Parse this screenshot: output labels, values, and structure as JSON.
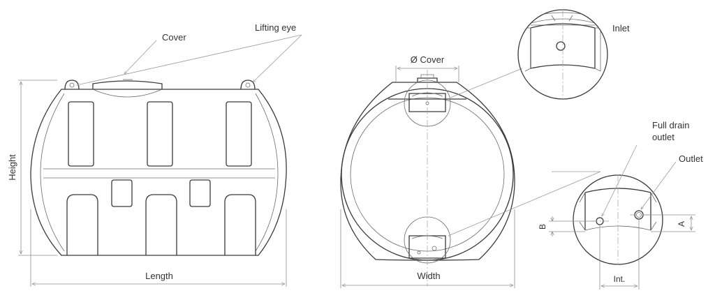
{
  "labels": {
    "cover": "Cover",
    "lifting_eye": "Lifting eye",
    "height": "Height",
    "length": "Length",
    "cover_diameter": "Ø Cover",
    "width": "Width",
    "inlet": "Inlet",
    "full_drain_outlet_line1": "Full drain",
    "full_drain_outlet_line2": "outlet",
    "outlet": "Outlet",
    "dim_b": "B",
    "dim_a": "A",
    "dim_int": "Int."
  }
}
